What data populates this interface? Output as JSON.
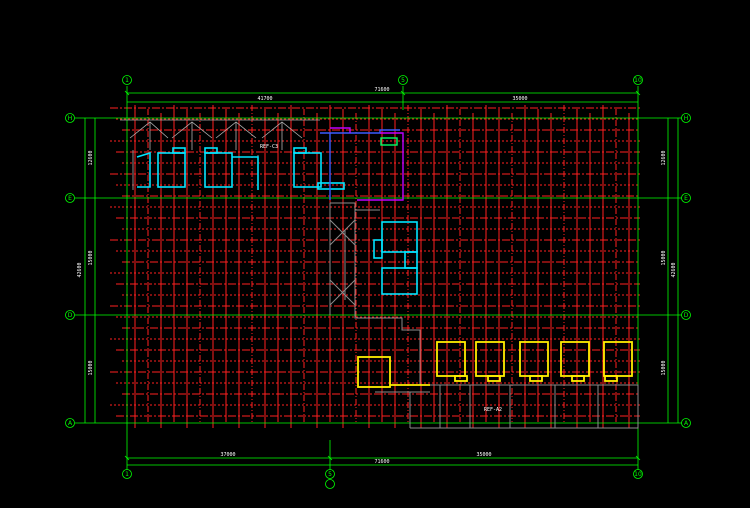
{
  "drawing": {
    "colors": {
      "background": "#000000",
      "grid": "#00ff00",
      "dimension": "#00ff00",
      "rebar": "#ff2020",
      "room_cyan": "#00e5ff",
      "room_yellow": "#ffee00",
      "wall_gray": "#8c8c8c",
      "magenta": "#c000ff",
      "blue": "#3a5cff",
      "text": "#ffffff"
    },
    "axis_labels": {
      "top_left": "1",
      "top_mid": "5",
      "top_right": "10",
      "bottom_left": "1",
      "bottom_mid": "5",
      "bottom_right": "10",
      "left_a": "H",
      "left_b": "E",
      "left_c": "D",
      "left_d": "A",
      "right_a": "H",
      "right_b": "E",
      "right_c": "D",
      "right_d": "A"
    },
    "dimensions": {
      "top_overall": "71600",
      "top_left": "41700",
      "top_right": "35000",
      "bottom_overall": "71600",
      "bottom_left": "37000",
      "bottom_right": "35000",
      "left_overall": "42600",
      "right_overall": "42600",
      "left_top": "12600",
      "left_mid": "15000",
      "left_bot": "15000",
      "right_top": "12600",
      "right_mid": "15000",
      "right_bot": "15000"
    },
    "room_labels": {
      "upper": "REF-C3",
      "lower": "REF-A2"
    }
  }
}
